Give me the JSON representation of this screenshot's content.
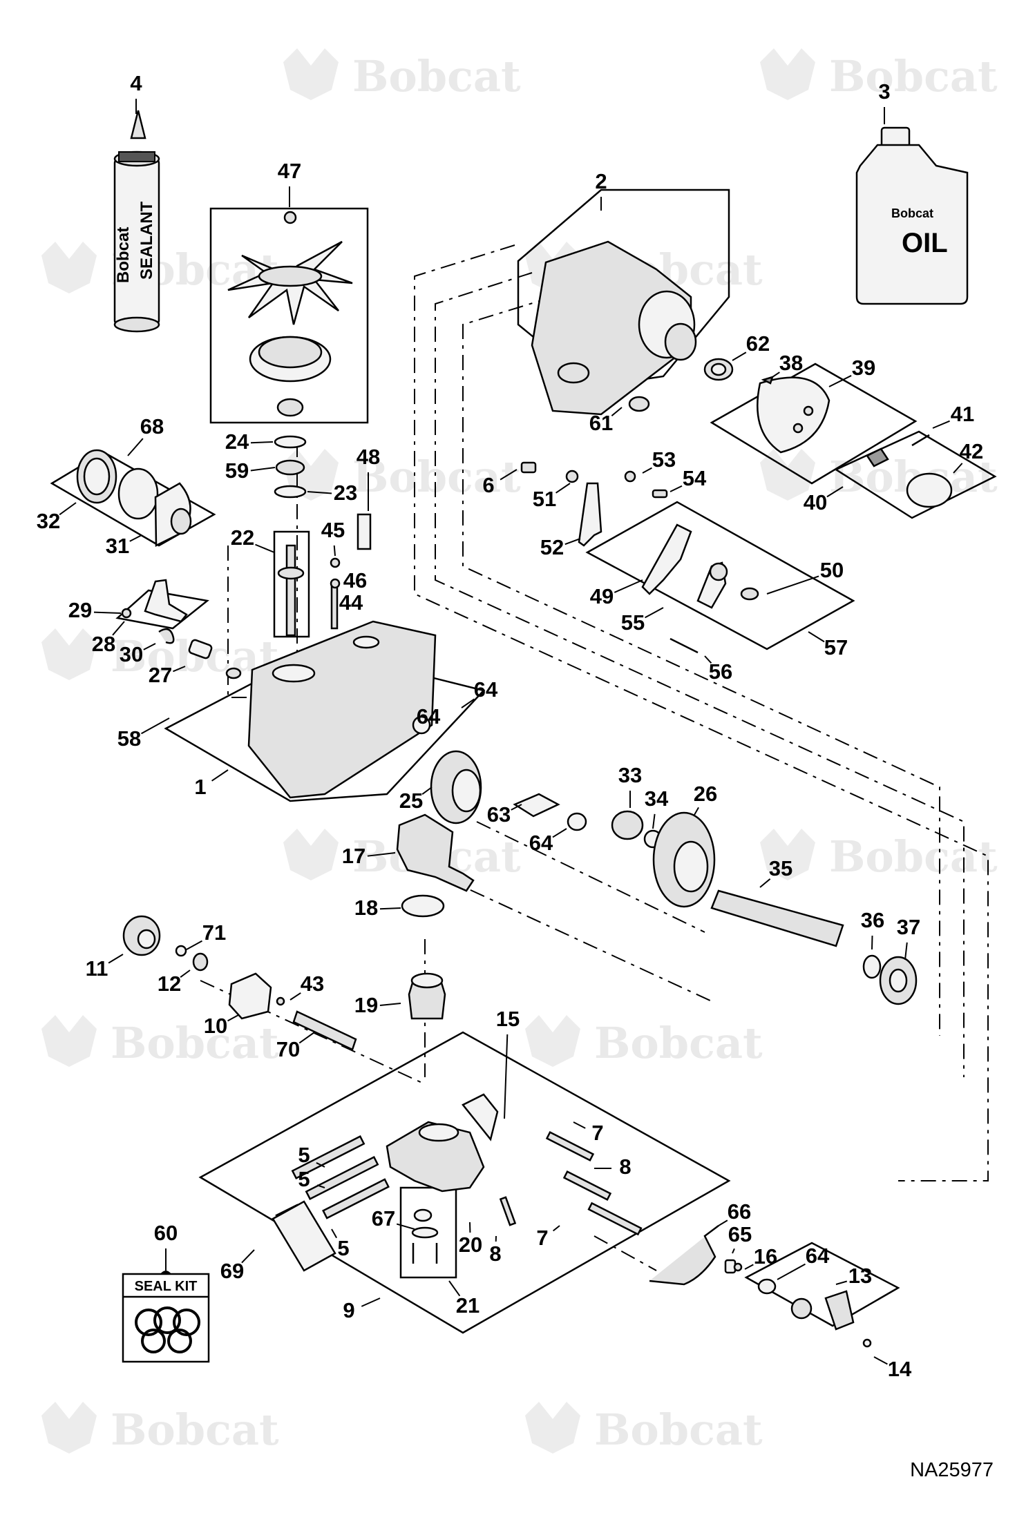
{
  "diagram": {
    "drawing_id": "NA25977",
    "watermark_text": "Bobcat",
    "callouts": [
      "1",
      "2",
      "3",
      "4",
      "5",
      "5",
      "5",
      "6",
      "7",
      "7",
      "8",
      "8",
      "9",
      "10",
      "11",
      "12",
      "13",
      "14",
      "15",
      "16",
      "17",
      "18",
      "19",
      "20",
      "21",
      "22",
      "23",
      "24",
      "25",
      "26",
      "27",
      "28",
      "29",
      "30",
      "31",
      "32",
      "33",
      "34",
      "35",
      "36",
      "37",
      "38",
      "39",
      "40",
      "41",
      "42",
      "43",
      "44",
      "45",
      "46",
      "47",
      "48",
      "49",
      "50",
      "51",
      "52",
      "53",
      "54",
      "55",
      "56",
      "57",
      "58",
      "59",
      "60",
      "61",
      "62",
      "63",
      "64",
      "64",
      "64",
      "64",
      "65",
      "66",
      "67",
      "68",
      "69",
      "70",
      "71"
    ],
    "product_labels": {
      "sealant_brand": "Bobcat",
      "sealant_word": "SEALANT",
      "oil_brand": "Bobcat",
      "oil_word": "OIL",
      "seal_kit": "SEAL KIT"
    },
    "colors": {
      "ink": "#000000",
      "watermark": "#e9e9e9",
      "part_fill": "#e2e2e2"
    }
  }
}
